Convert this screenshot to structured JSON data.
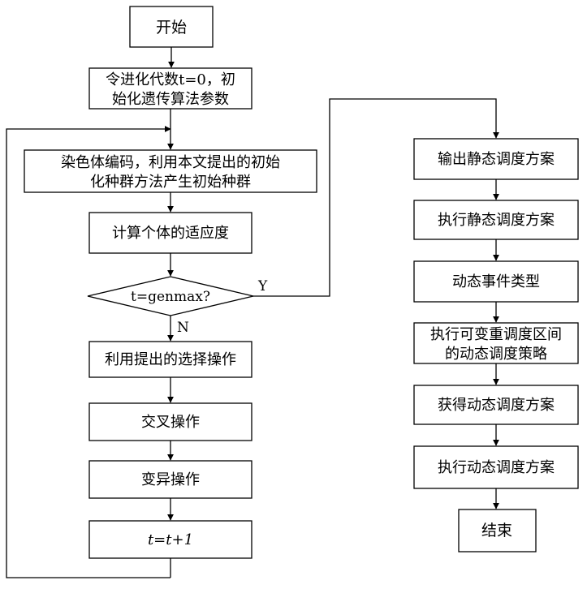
{
  "nodes": {
    "start": "开始",
    "init_params": [
      "令进化代数t=0，初",
      "始化遗传算法参数"
    ],
    "encode": [
      "染色体编码，利用本文提出的初始",
      "化种群方法产生初始种群"
    ],
    "fitness": "计算个体的适应度",
    "decision": "t=genmax?",
    "selection": "利用提出的选择操作",
    "crossover": "交叉操作",
    "mutation": "变异操作",
    "increment": "t=t+1",
    "output_static": "输出静态调度方案",
    "execute_static": "执行静态调度方案",
    "dynamic_event": "动态事件类型",
    "variable_strategy": [
      "执行可变重调度区间",
      "的动态调度策略"
    ],
    "get_dynamic": "获得动态调度方案",
    "execute_dynamic": "执行动态调度方案",
    "end": "结束"
  },
  "edge_labels": {
    "yes": "Y",
    "no": "N"
  }
}
